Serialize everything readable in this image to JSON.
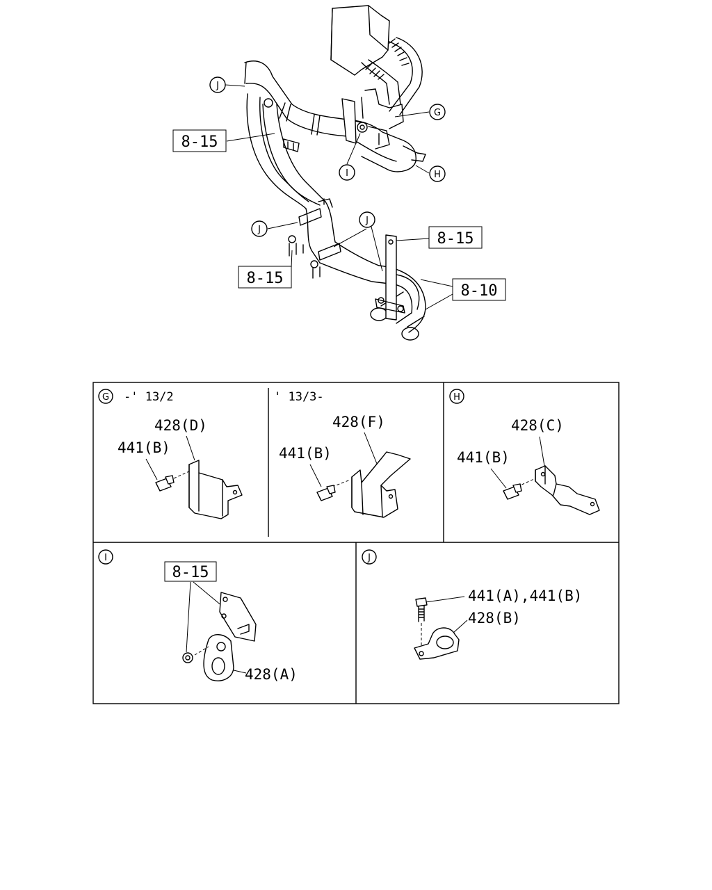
{
  "refs": {
    "left_upper": "8-15",
    "left_lower": "8-15",
    "right_upper": "8-15",
    "right_lower": "8-10",
    "detail_i": "8-15"
  },
  "callouts": {
    "g": "G",
    "h": "H",
    "i": "I",
    "j": "J"
  },
  "panels": {
    "g1": {
      "letter": "G",
      "range": "-' 13/2",
      "bracket": "428(D)",
      "bolt": "441(B)"
    },
    "g2": {
      "range": "' 13/3-",
      "bracket": "428(F)",
      "bolt": "441(B)"
    },
    "h": {
      "letter": "H",
      "bracket": "428(C)",
      "bolt": "441(B)"
    },
    "i": {
      "letter": "I",
      "clip": "428(A)"
    },
    "j": {
      "letter": "J",
      "bolts": "441(A),441(B)",
      "clamp": "428(B)"
    }
  }
}
